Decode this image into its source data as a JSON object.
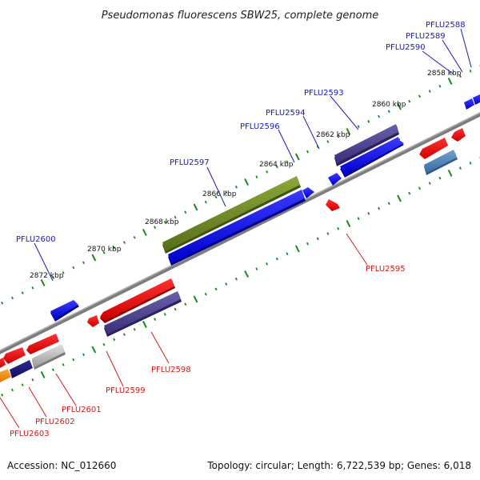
{
  "title": "Pseudomonas fluorescens SBW25, complete genome",
  "footer": {
    "accession": "Accession: NC_012660",
    "summary": "Topology: circular; Length: 6,722,539 bp; Genes: 6,018"
  },
  "scale_labels": [
    "2858 kbp",
    "2860 kbp",
    "2862 kbp",
    "2864 kbp",
    "2866 kbp",
    "2868 kbp",
    "2870 kbp",
    "2872 kbp"
  ],
  "top_genes": [
    "PFLU2588",
    "PFLU2589",
    "PFLU2590",
    "PFLU2593",
    "PFLU2594",
    "PFLU2596",
    "PFLU2597",
    "PFLU2600"
  ],
  "bottom_genes": [
    "PFLU2595",
    "PFLU2598",
    "PFLU2599",
    "PFLU2601",
    "PFLU2602",
    "PFLU2603"
  ],
  "colors": {
    "backbone": "#8a8a8a",
    "tick": "#1e8a1e",
    "forward_gene": "#0000ee",
    "reverse_gene": "#ee0000",
    "highlight_gene": "#6b8a1e",
    "dark_gene": "#4a3f8a",
    "label_forward": "#1a1ab4",
    "label_reverse": "#d21a1a"
  }
}
